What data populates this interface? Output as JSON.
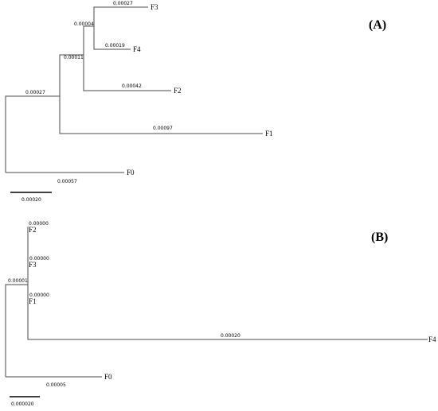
{
  "panel_a": {
    "label": "(A)",
    "leaves": {
      "f3": "F3",
      "f4": "F4",
      "f2": "F2",
      "f1": "F1",
      "f0": "F0"
    },
    "branch_labels": {
      "f3": "0.00027",
      "f4": "0.00019",
      "f3_f4_node": "0.00004",
      "f2_node": "0.00011",
      "f2": "0.00042",
      "root": "0.00027",
      "f1": "0.00097",
      "f0": "0.00057"
    },
    "scale_label": "0.00020"
  },
  "panel_b": {
    "label": "(B)",
    "leaves": {
      "f2": "F2",
      "f3": "F3",
      "f1": "F1",
      "f4": "F4",
      "f0": "F0"
    },
    "branch_labels": {
      "f2": "0.00000",
      "f3": "0.00000",
      "root": "0.00001",
      "f1": "0.00000",
      "f4": "0.00020",
      "f0": "0.00005"
    },
    "scale_label": "0.000020"
  }
}
